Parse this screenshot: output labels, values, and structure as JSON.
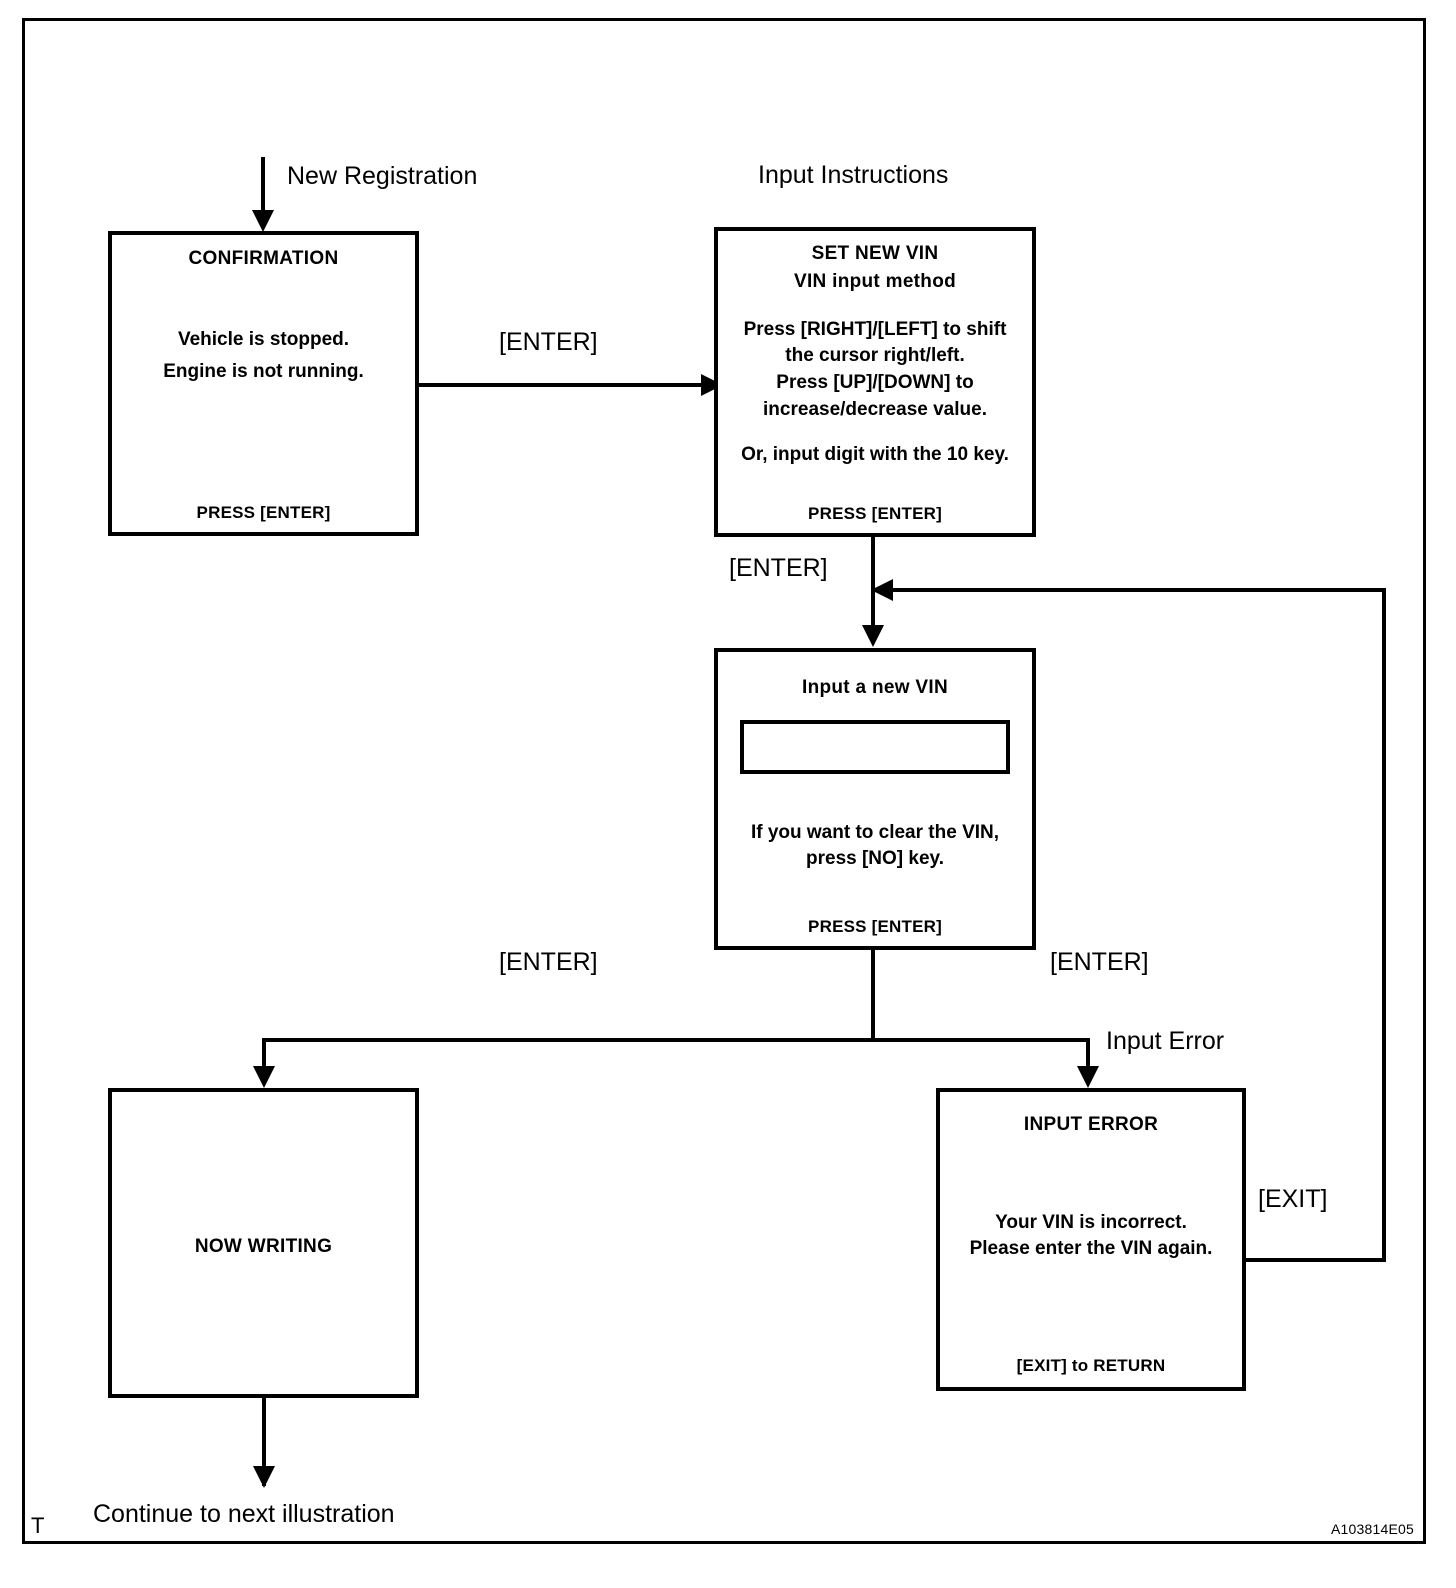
{
  "diagram": {
    "corner_mark": "T",
    "figure_code": "A103814E05",
    "annotations": {
      "new_registration": "New Registration",
      "input_instructions": "Input Instructions",
      "input_error": "Input Error",
      "continue_next": "Continue to next illustration"
    },
    "edge_labels": {
      "enter_confirm_to_setvin": "[ENTER]",
      "enter_setvin_to_input": "[ENTER]",
      "enter_input_to_writing": "[ENTER]",
      "enter_input_to_error": "[ENTER]",
      "exit_error_return": "[EXIT]"
    },
    "screens": {
      "confirmation": {
        "title": "CONFIRMATION",
        "body_line1": "Vehicle is stopped.",
        "body_line2": "Engine is not running.",
        "footer": "PRESS [ENTER]"
      },
      "set_new_vin": {
        "title_line1": "SET NEW VIN",
        "title_line2": "VIN input method",
        "body_line1": "Press [RIGHT]/[LEFT] to shift",
        "body_line2": "the cursor right/left.",
        "body_line3": "Press [UP]/[DOWN]  to",
        "body_line4": "increase/decrease value.",
        "body_line5": "Or, input digit with the 10 key.",
        "footer": "PRESS [ENTER]"
      },
      "input_new_vin": {
        "title": "Input a new VIN",
        "field_value": "",
        "body_line1": "If you want to clear the VIN,",
        "body_line2": "press [NO] key.",
        "footer": "PRESS [ENTER]"
      },
      "now_writing": {
        "title": "NOW WRITING"
      },
      "input_error": {
        "title": "INPUT  ERROR",
        "body_line1": "Your VIN is incorrect.",
        "body_line2": "Please enter the VIN again.",
        "footer": "[EXIT] to RETURN"
      }
    }
  }
}
